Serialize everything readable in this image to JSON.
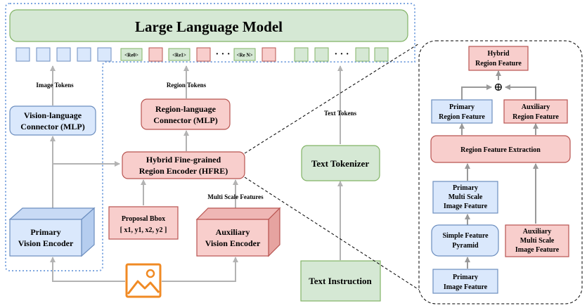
{
  "llm": {
    "title": "Large Language Model"
  },
  "tokens": {
    "re0": "<Re0>",
    "re1": "<Re1>",
    "reN": "<Re N>",
    "ellipsis_region": "· · ·",
    "ellipsis_text": "· · ·"
  },
  "labels": {
    "image_tokens": "Image Tokens",
    "region_tokens": "Region Tokens",
    "text_tokens": "Text Tokens",
    "multi_scale_features": "Multi Scale Features"
  },
  "boxes": {
    "vl_connector": [
      "Vision-language",
      "Connector (MLP)"
    ],
    "rl_connector": [
      "Region-language",
      "Connector (MLP)"
    ],
    "hfre": [
      "Hybrid Fine-grained",
      "Region Encoder (HFRE)"
    ],
    "proposal": [
      "Proposal Bbox",
      "[ x1, y1, x2, y2 ]"
    ],
    "primary_encoder": [
      "Primary",
      "Vision Encoder"
    ],
    "aux_encoder": [
      "Auxiliary",
      "Vision Encoder"
    ],
    "text_tokenizer": "Text Tokenizer",
    "text_instruction": "Text Instruction"
  },
  "detail": {
    "hybrid": [
      "Hybrid",
      "Region Feature"
    ],
    "primary_rf": [
      "Primary",
      "Region Feature"
    ],
    "aux_rf": [
      "Auxiliary",
      "Region Feature"
    ],
    "extraction": "Region Feature Extraction",
    "primary_ms": [
      "Primary",
      "Multi Scale",
      "Image Feature"
    ],
    "sfp": [
      "Simple Feature",
      "Pyramid"
    ],
    "primary_if": [
      "Primary",
      "Image Feature"
    ],
    "aux_ms": [
      "Auxiliary",
      "Multi Scale",
      "Image Feature"
    ],
    "plus": "⊕"
  },
  "colors": {
    "green_fill": "#d5e8d4",
    "green_stroke": "#82b366",
    "blue_fill": "#dae8fc",
    "blue_stroke": "#6c8ebf",
    "red_fill": "#f8cecc",
    "red_stroke": "#b85450",
    "orange": "#f08a24",
    "arrow": "#b3b3b3",
    "dotted": "#7ea6e0"
  }
}
